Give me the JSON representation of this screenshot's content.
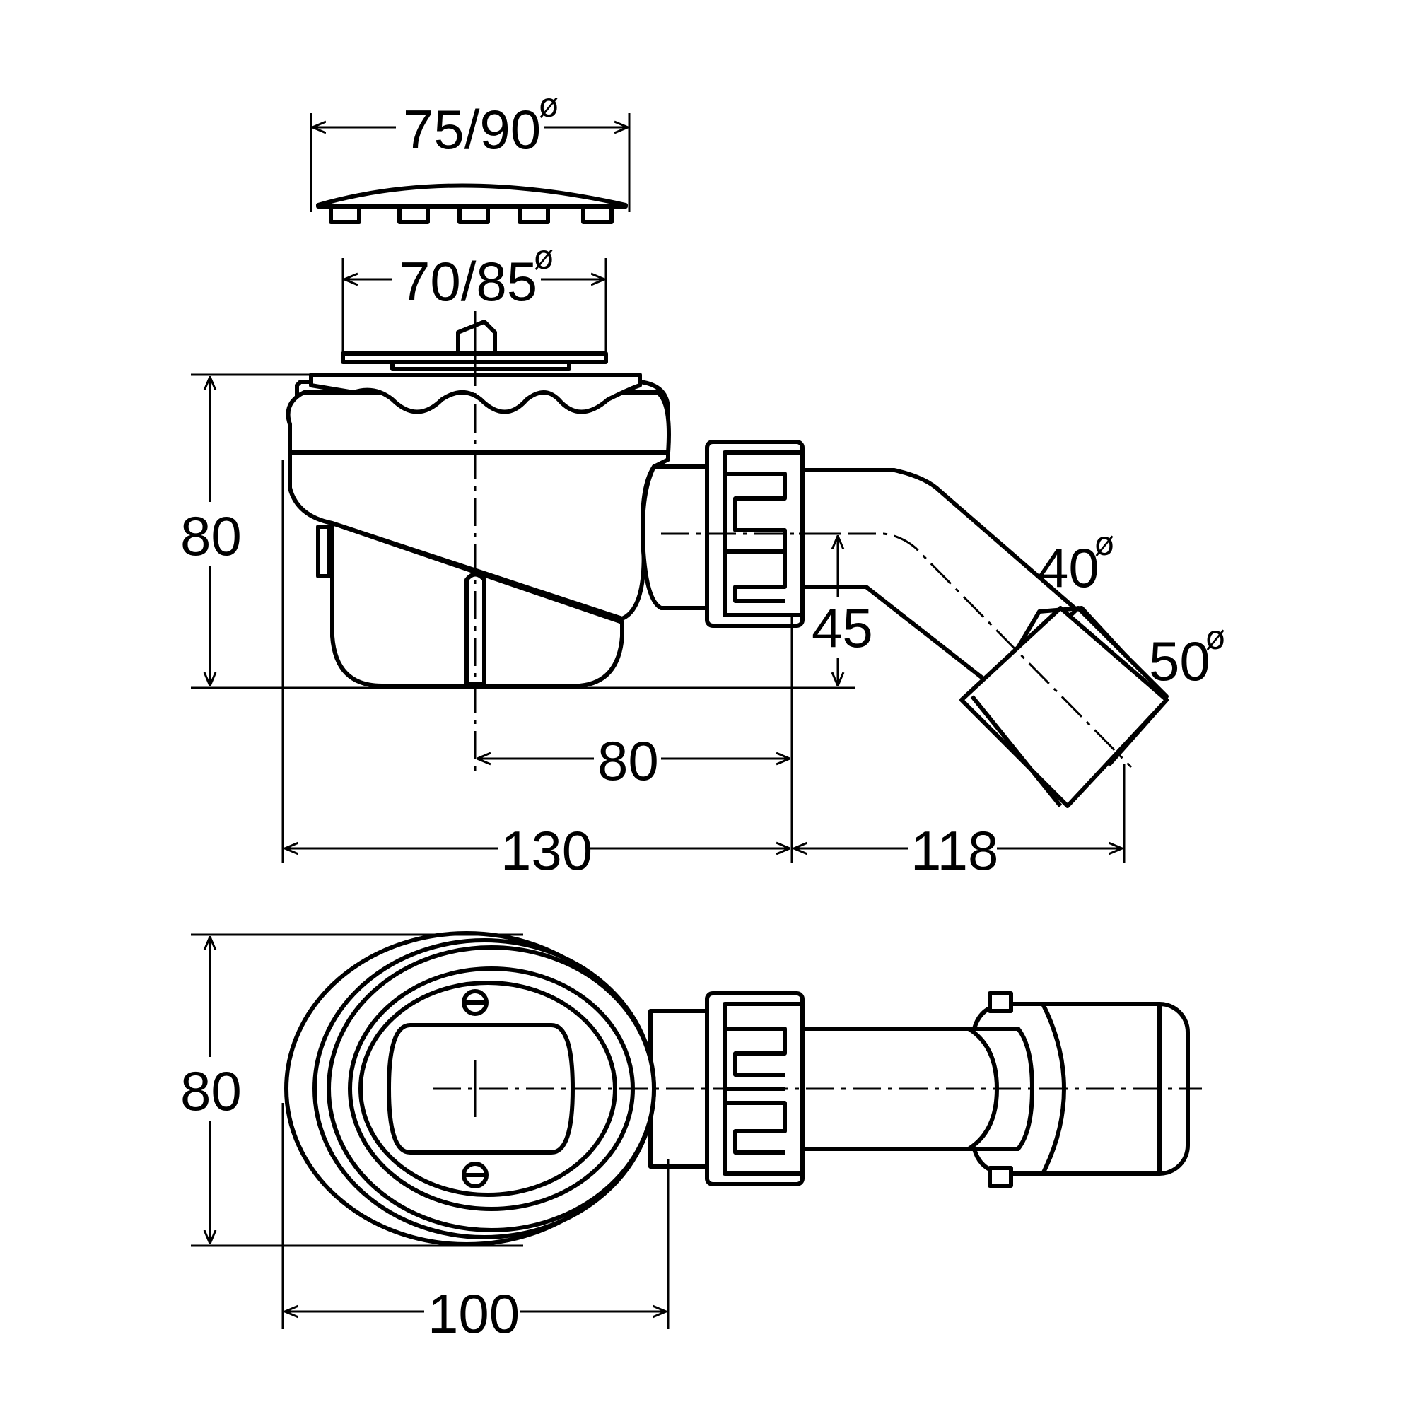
{
  "dimensions": {
    "cover_diameter": "75/90",
    "grate_diameter": "70/85",
    "side_height": "80",
    "outlet_height": "45",
    "outlet_center_offset": "80",
    "body_length": "130",
    "outlet_length": "118",
    "pipe_diameter_1": "40",
    "pipe_diameter_2": "50",
    "top_width": "80",
    "top_length": "100"
  },
  "symbols": {
    "diameter": "ø"
  }
}
